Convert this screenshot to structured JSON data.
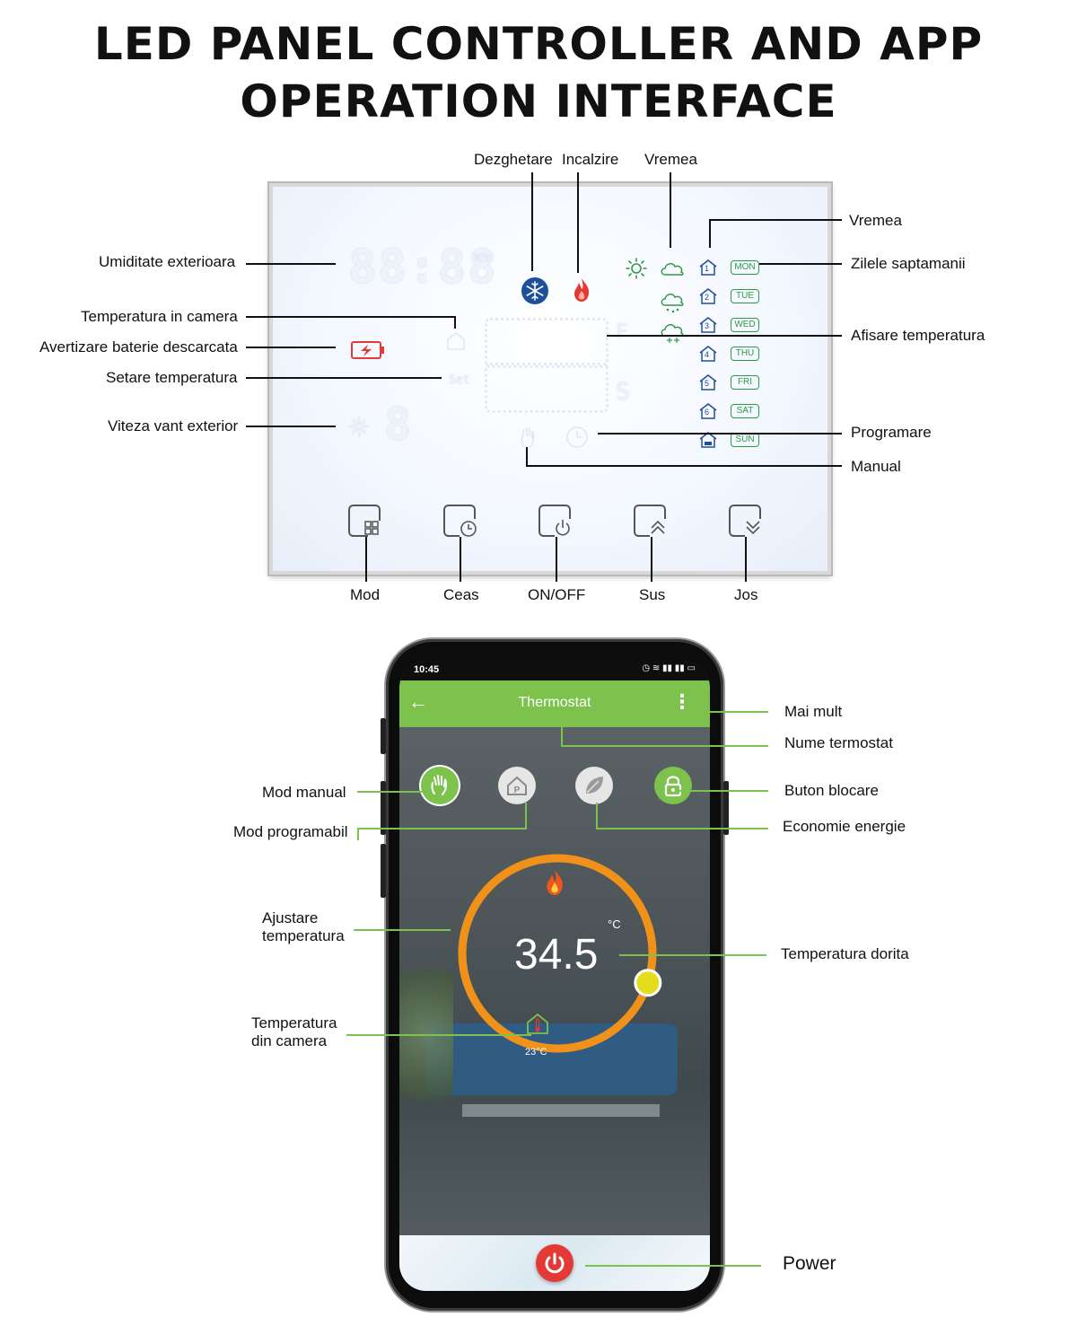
{
  "title": {
    "line1": "LED PANEL CONTROLLER AND APP",
    "line2": "OPERATION INTERFACE"
  },
  "panel_labels": {
    "top": [
      "Dezghetare",
      "Incalzire",
      "Vremea"
    ],
    "left": [
      "Umiditate exterioara",
      "Temperatura in camera",
      "Avertizare baterie descarcata",
      "Setare temperatura",
      "Viteza vant exterior"
    ],
    "right": [
      "Vremea",
      "Zilele saptamanii",
      "Afisare temperatura",
      "Programare",
      "Manual"
    ],
    "bottom": [
      "Mod",
      "Ceas",
      "ON/OFF",
      "Sus",
      "Jos"
    ]
  },
  "panel_display": {
    "humidity_digits": "88:88",
    "humidity_unit": "%RH",
    "set_label": "Set",
    "wind_digit": "8",
    "temp_unit_top": "F",
    "temp_unit_bottom": "S",
    "days": [
      "MON",
      "TUE",
      "WED",
      "THU",
      "FRI",
      "SAT",
      "SUN"
    ],
    "program_numbers": [
      "1",
      "2",
      "3",
      "4",
      "5",
      "6"
    ]
  },
  "app_labels": {
    "left": [
      "Mod manual",
      "Mod programabil",
      "Ajustare temperatura",
      "Temperatura din camera"
    ],
    "right": [
      "Mai mult",
      "Nume termostat",
      "Buton blocare",
      "Economie energie",
      "Temperatura dorita",
      "Power"
    ]
  },
  "app": {
    "time": "10:45",
    "title": "Thermostat",
    "unit": "°C",
    "set_temp": "34.5",
    "room_temp": "23°C",
    "temp_fraction": 0.86
  },
  "colors": {
    "green": "#7cc24c",
    "orange": "#f0921a",
    "red": "#e53935",
    "day_green": "#2f9a44"
  }
}
